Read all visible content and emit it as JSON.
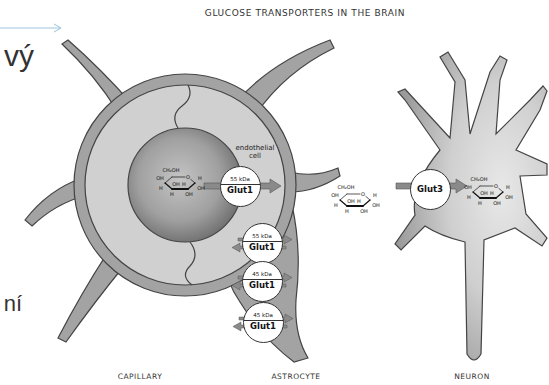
{
  "diagram": {
    "title": "GLUCOSE TRANSPORTERS IN THE BRAIN",
    "nodes": [
      {
        "text": [
          "55 kDa",
          "Glut1"
        ]
      },
      {
        "text": [
          "55 kDa",
          "Glut1"
        ]
      },
      {
        "text": [
          "45 kDa",
          "Glut1"
        ]
      },
      {
        "text": [
          "45 kDa",
          "Glut1"
        ]
      },
      {
        "text": [
          "Glut3"
        ]
      }
    ],
    "labels": [
      "vý",
      "ní",
      "endothelial cell",
      "CH₂OH",
      "O",
      "H",
      "OH",
      "H",
      "OH",
      "OH",
      "H",
      "OH",
      "H",
      "CH₂OH",
      "O",
      "H",
      "OH",
      "H",
      "OH",
      "OH",
      "H",
      "OH",
      "H",
      "CH₂OH",
      "O",
      "H",
      "OH",
      "H",
      "OH",
      "OH",
      "H",
      "OH",
      "H",
      "CAPILLARY",
      "ASTROCYTE",
      "NEURON"
    ]
  }
}
